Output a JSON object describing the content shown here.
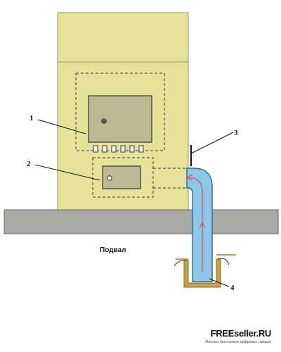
{
  "labels": {
    "callout_1": "1",
    "callout_2": "2",
    "callout_3": "3",
    "callout_4": "4",
    "basement": "Подвал"
  },
  "watermark": {
    "brand": "FREEseller.RU",
    "tagline": "Магазин бесплатных цифровых товаров"
  },
  "colors": {
    "stove": "#e6e29a",
    "stove_outline": "#9a9668",
    "door": "#bcb892",
    "floor": "#a9a9a4",
    "pipe": "#8cc8ea",
    "pipe_outline": "#2f6a9a",
    "flow_arrow": "#e0445a",
    "pit": "#c9a04a"
  }
}
